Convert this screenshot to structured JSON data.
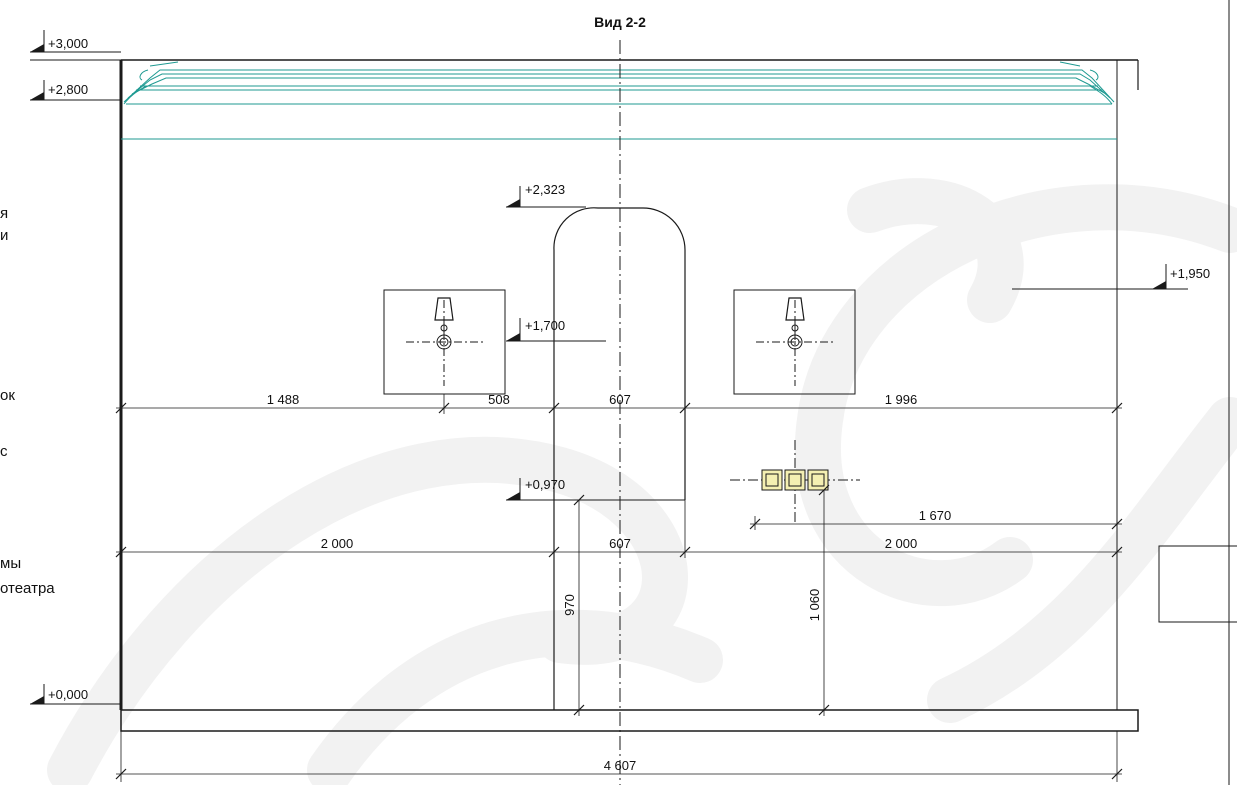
{
  "title": "Вид 2-2",
  "level_marks": {
    "l3000": "+3,000",
    "l2800": "+2,800",
    "l2323": "+2,323",
    "l1950": "+1,950",
    "l1700": "+1,700",
    "l0970": "+0,970",
    "l0000": "+0,000"
  },
  "dimensions": {
    "d1488": "1 488",
    "d508": "508",
    "d607a": "607",
    "d1996": "1 996",
    "d1670": "1 670",
    "d2000a": "2 000",
    "d607b": "607",
    "d2000b": "2 000",
    "d970": "970",
    "d1060": "1 060",
    "d4607": "4 607"
  },
  "left_notes": [
    "я",
    "и",
    "ок",
    "с",
    "мы",
    "отеатра"
  ],
  "colors": {
    "line": "#1a1a1a",
    "cornice": "#1f9a92",
    "watermark": "#f2f2f2",
    "socket_fill": "#f4efb2"
  }
}
